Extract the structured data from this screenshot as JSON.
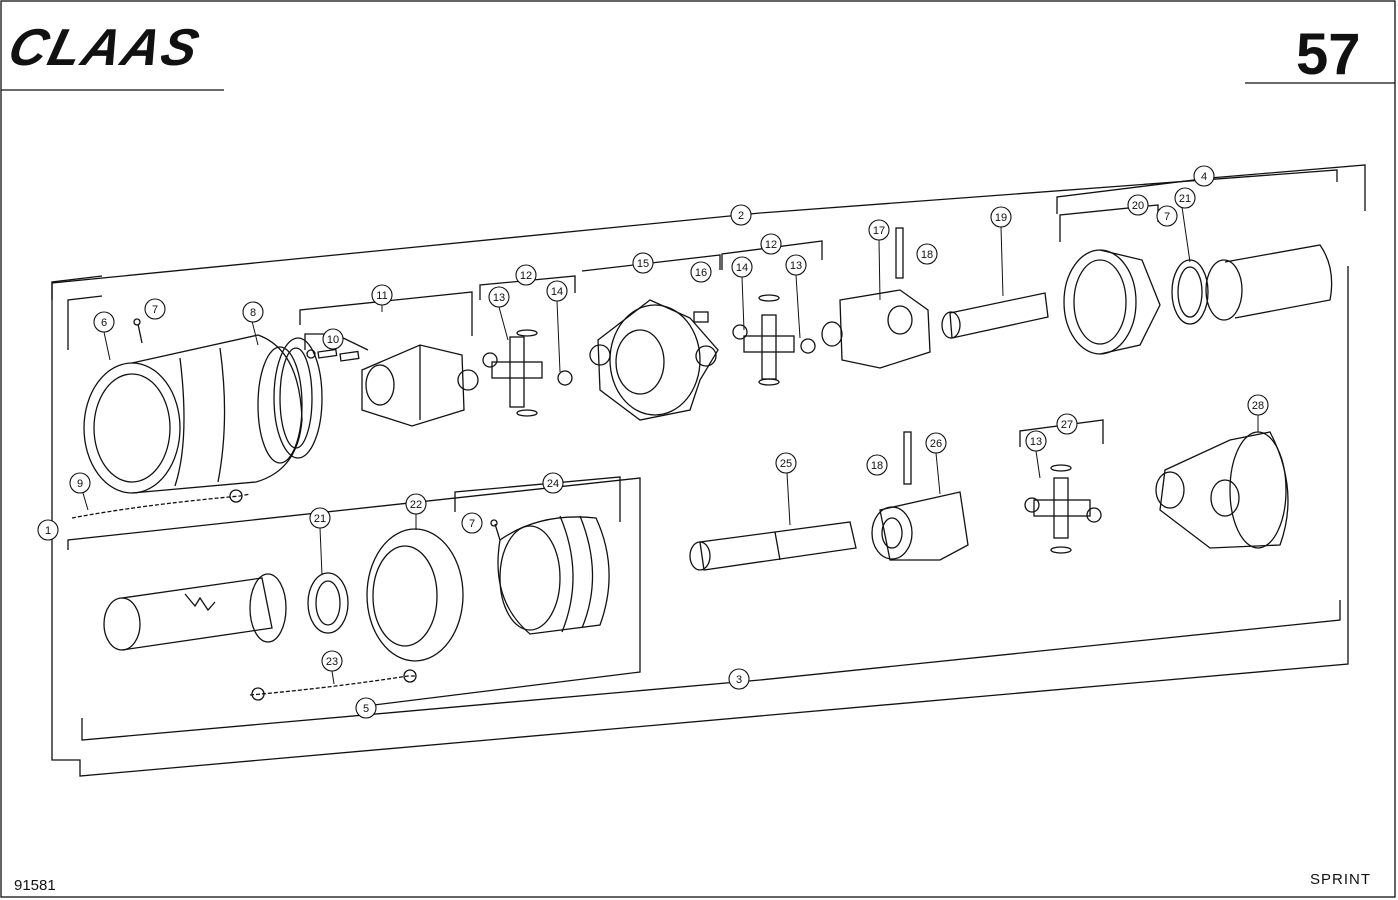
{
  "header": {
    "brand": "CLAAS",
    "page_number": "57"
  },
  "footer": {
    "drawing_number": "91581",
    "model": "SPRINT"
  },
  "callouts": [
    "1",
    "2",
    "3",
    "4",
    "5",
    "6",
    "7",
    "7",
    "7",
    "8",
    "9",
    "10",
    "11",
    "12",
    "12",
    "13",
    "13",
    "13",
    "14",
    "14",
    "15",
    "16",
    "17",
    "18",
    "18",
    "19",
    "20",
    "21",
    "21",
    "22",
    "23",
    "24",
    "25",
    "26",
    "27",
    "28"
  ]
}
